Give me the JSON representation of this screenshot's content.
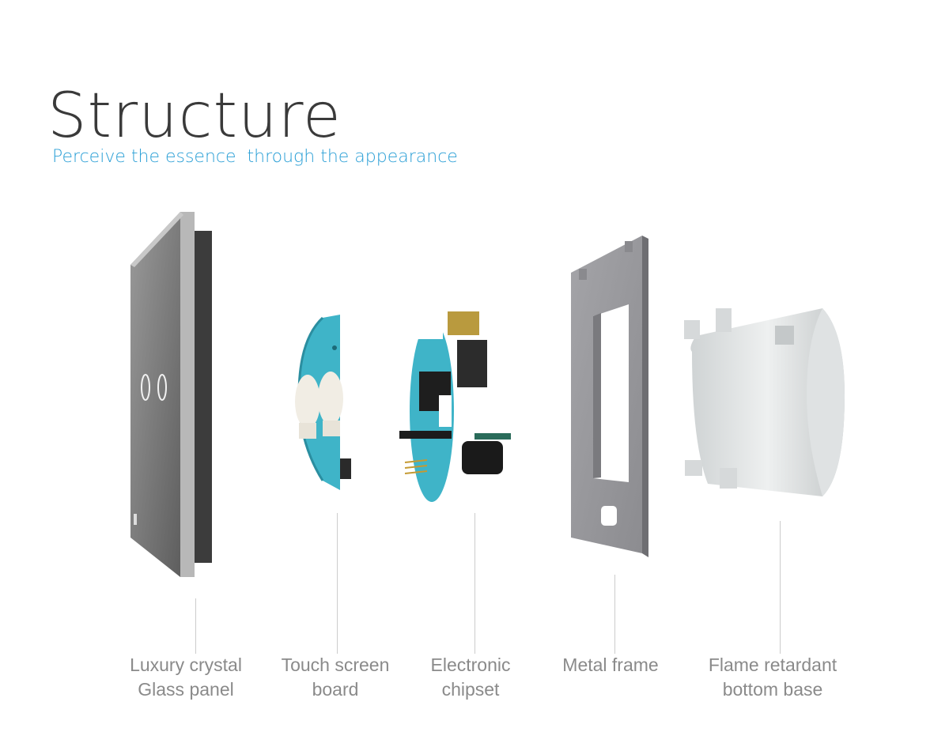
{
  "header": {
    "title": "Structure",
    "subtitle": "Perceive the essence  through the appearance"
  },
  "components": [
    {
      "line1": "Luxury crystal",
      "line2": "Glass panel",
      "icon": "glass-panel-icon"
    },
    {
      "line1": "Touch screen",
      "line2": "board",
      "icon": "touch-board-icon"
    },
    {
      "line1": "Electronic",
      "line2": "chipset",
      "icon": "chipset-icon"
    },
    {
      "line1": "Metal frame",
      "line2": "",
      "icon": "metal-frame-icon"
    },
    {
      "line1": "Flame retardant",
      "line2": "bottom base",
      "icon": "bottom-base-icon"
    }
  ],
  "colors": {
    "accent": "#2a9fd6",
    "title": "#3a3a3a",
    "label": "#8a8a8a",
    "pcb": "#3fb4c8"
  }
}
